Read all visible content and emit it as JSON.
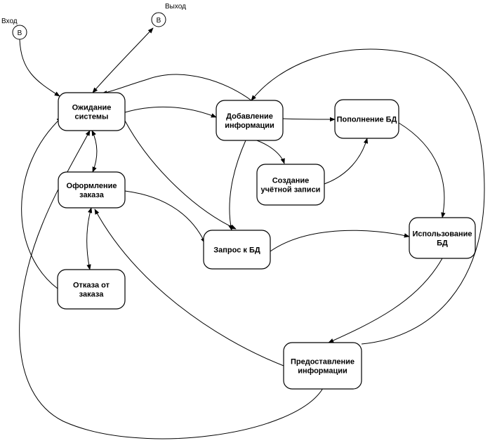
{
  "terminals": {
    "entry": {
      "label": "Вход",
      "symbol": "B"
    },
    "exit": {
      "label": "Выход",
      "symbol": "B"
    }
  },
  "nodes": {
    "waiting": [
      "Ожидание",
      "системы"
    ],
    "adding": [
      "Добавление",
      "информации"
    ],
    "replenish": [
      "Пополнение БД"
    ],
    "create_account": [
      "Создание",
      "учётной записи"
    ],
    "order": [
      "Оформление",
      "заказа"
    ],
    "query": [
      "Запрос к БД"
    ],
    "use_db": [
      "Использование",
      "БД"
    ],
    "cancel": [
      "Отказа от",
      "заказа"
    ],
    "provide": [
      "Предоставление",
      "информации"
    ]
  }
}
